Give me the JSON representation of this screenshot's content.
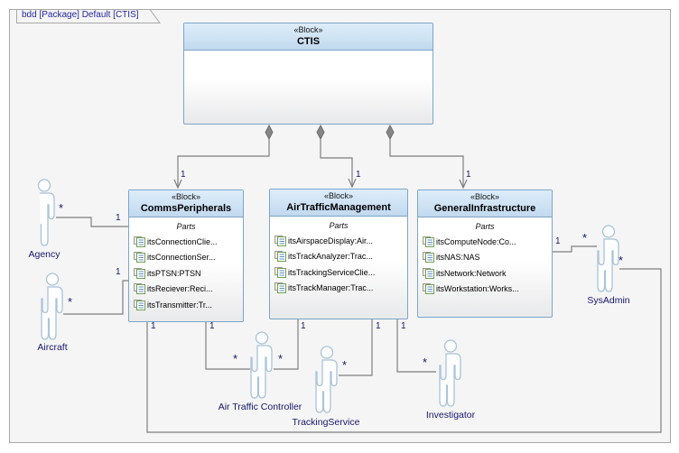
{
  "frame": {
    "tab_label": "bdd [Package] Default [CTIS]"
  },
  "blocks": {
    "ctis": {
      "stereotype": "«Block»",
      "name": "CTIS"
    },
    "comms_peripherals": {
      "stereotype": "«Block»",
      "name": "CommsPeripherals",
      "compartment": "Parts",
      "parts": [
        "itsConnectionClie...",
        "itsConnectionSer...",
        "itsPTSN:PTSN",
        "itsReciever:Reci...",
        "itsTransmitter:Tr..."
      ]
    },
    "air_traffic_management": {
      "stereotype": "«Block»",
      "name": "AirTrafficManagement",
      "compartment": "Parts",
      "parts": [
        "itsAirspaceDisplay:Air...",
        "itsTrackAnalyzer:Trac...",
        "itsTrackingServiceClie...",
        "itsTrackManager:Trac..."
      ]
    },
    "general_infrastructure": {
      "stereotype": "«Block»",
      "name": "GeneralInfrastructure",
      "compartment": "Parts",
      "parts": [
        "itsComputeNode:Co...",
        "itsNAS:NAS",
        "itsNetwork:Network",
        "itsWorkstation:Works..."
      ]
    }
  },
  "actors": {
    "agency": {
      "label": "Agency"
    },
    "aircraft": {
      "label": "Aircraft"
    },
    "sysadmin": {
      "label": "SysAdmin"
    },
    "air_traffic_controller": {
      "label": "Air Traffic Controller"
    },
    "tracking_service": {
      "label": "TrackingService"
    },
    "investigator": {
      "label": "Investigator"
    }
  },
  "associations": [
    {
      "from": "CTIS",
      "to": "CommsPeripherals",
      "type": "composition",
      "to_mult": "1"
    },
    {
      "from": "CTIS",
      "to": "AirTrafficManagement",
      "type": "composition",
      "to_mult": "1"
    },
    {
      "from": "CTIS",
      "to": "GeneralInfrastructure",
      "type": "composition",
      "to_mult": "1"
    },
    {
      "from": "Agency",
      "to": "CommsPeripherals",
      "type": "association",
      "from_mult": "*",
      "to_mult": "1"
    },
    {
      "from": "Aircraft",
      "to": "CommsPeripherals",
      "type": "association",
      "from_mult": "*",
      "to_mult": "1"
    },
    {
      "from": "CommsPeripherals",
      "to": "Air Traffic Controller",
      "type": "association",
      "from_mult": "1",
      "to_mult": "*"
    },
    {
      "from": "AirTrafficManagement",
      "to": "Air Traffic Controller",
      "type": "association",
      "from_mult": "1",
      "to_mult": "*"
    },
    {
      "from": "AirTrafficManagement",
      "to": "TrackingService",
      "type": "association",
      "from_mult": "1",
      "to_mult": "*"
    },
    {
      "from": "AirTrafficManagement",
      "to": "Investigator",
      "type": "association",
      "from_mult": "1",
      "to_mult": "*"
    },
    {
      "from": "GeneralInfrastructure",
      "to": "SysAdmin",
      "type": "association",
      "from_mult": "1",
      "to_mult": "*"
    },
    {
      "from": "CommsPeripherals",
      "to": "SysAdmin",
      "type": "association",
      "from_mult": "1",
      "to_mult": "*"
    }
  ]
}
